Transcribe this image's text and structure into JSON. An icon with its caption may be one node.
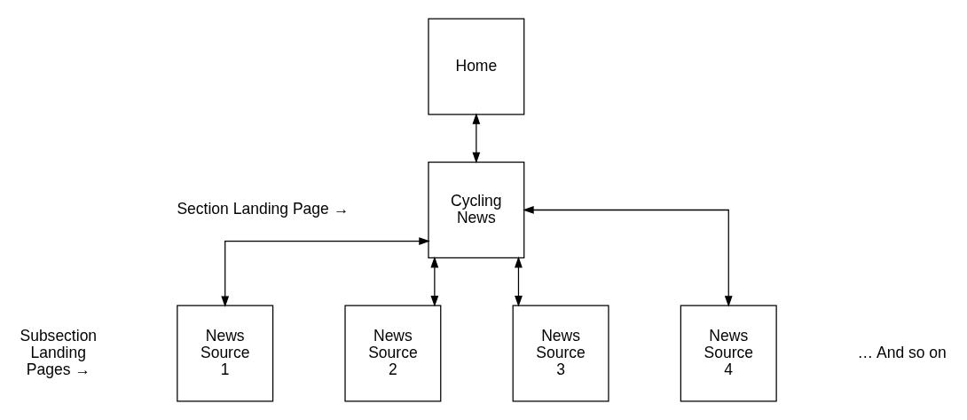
{
  "diagram": {
    "nodes": [
      {
        "text": [
          "Home"
        ]
      },
      {
        "text": [
          "Cycling News"
        ]
      },
      {
        "text": [
          "News Source 1"
        ]
      },
      {
        "text": [
          "News Source 2"
        ]
      },
      {
        "text": [
          "News Source 3"
        ]
      },
      {
        "text": [
          "News Source 4"
        ]
      }
    ],
    "edges": [
      {
        "from": 0,
        "to": 1,
        "arrow": "both"
      },
      {
        "from": 1,
        "to": 2,
        "arrow": "both"
      },
      {
        "from": 1,
        "to": 3,
        "arrow": "both"
      },
      {
        "from": 1,
        "to": 4,
        "arrow": "both"
      },
      {
        "from": 1,
        "to": 5,
        "arrow": "both"
      }
    ],
    "labels": [
      "Section Landing Page →",
      "Subsection Landing Pages →",
      "… And so on"
    ]
  }
}
